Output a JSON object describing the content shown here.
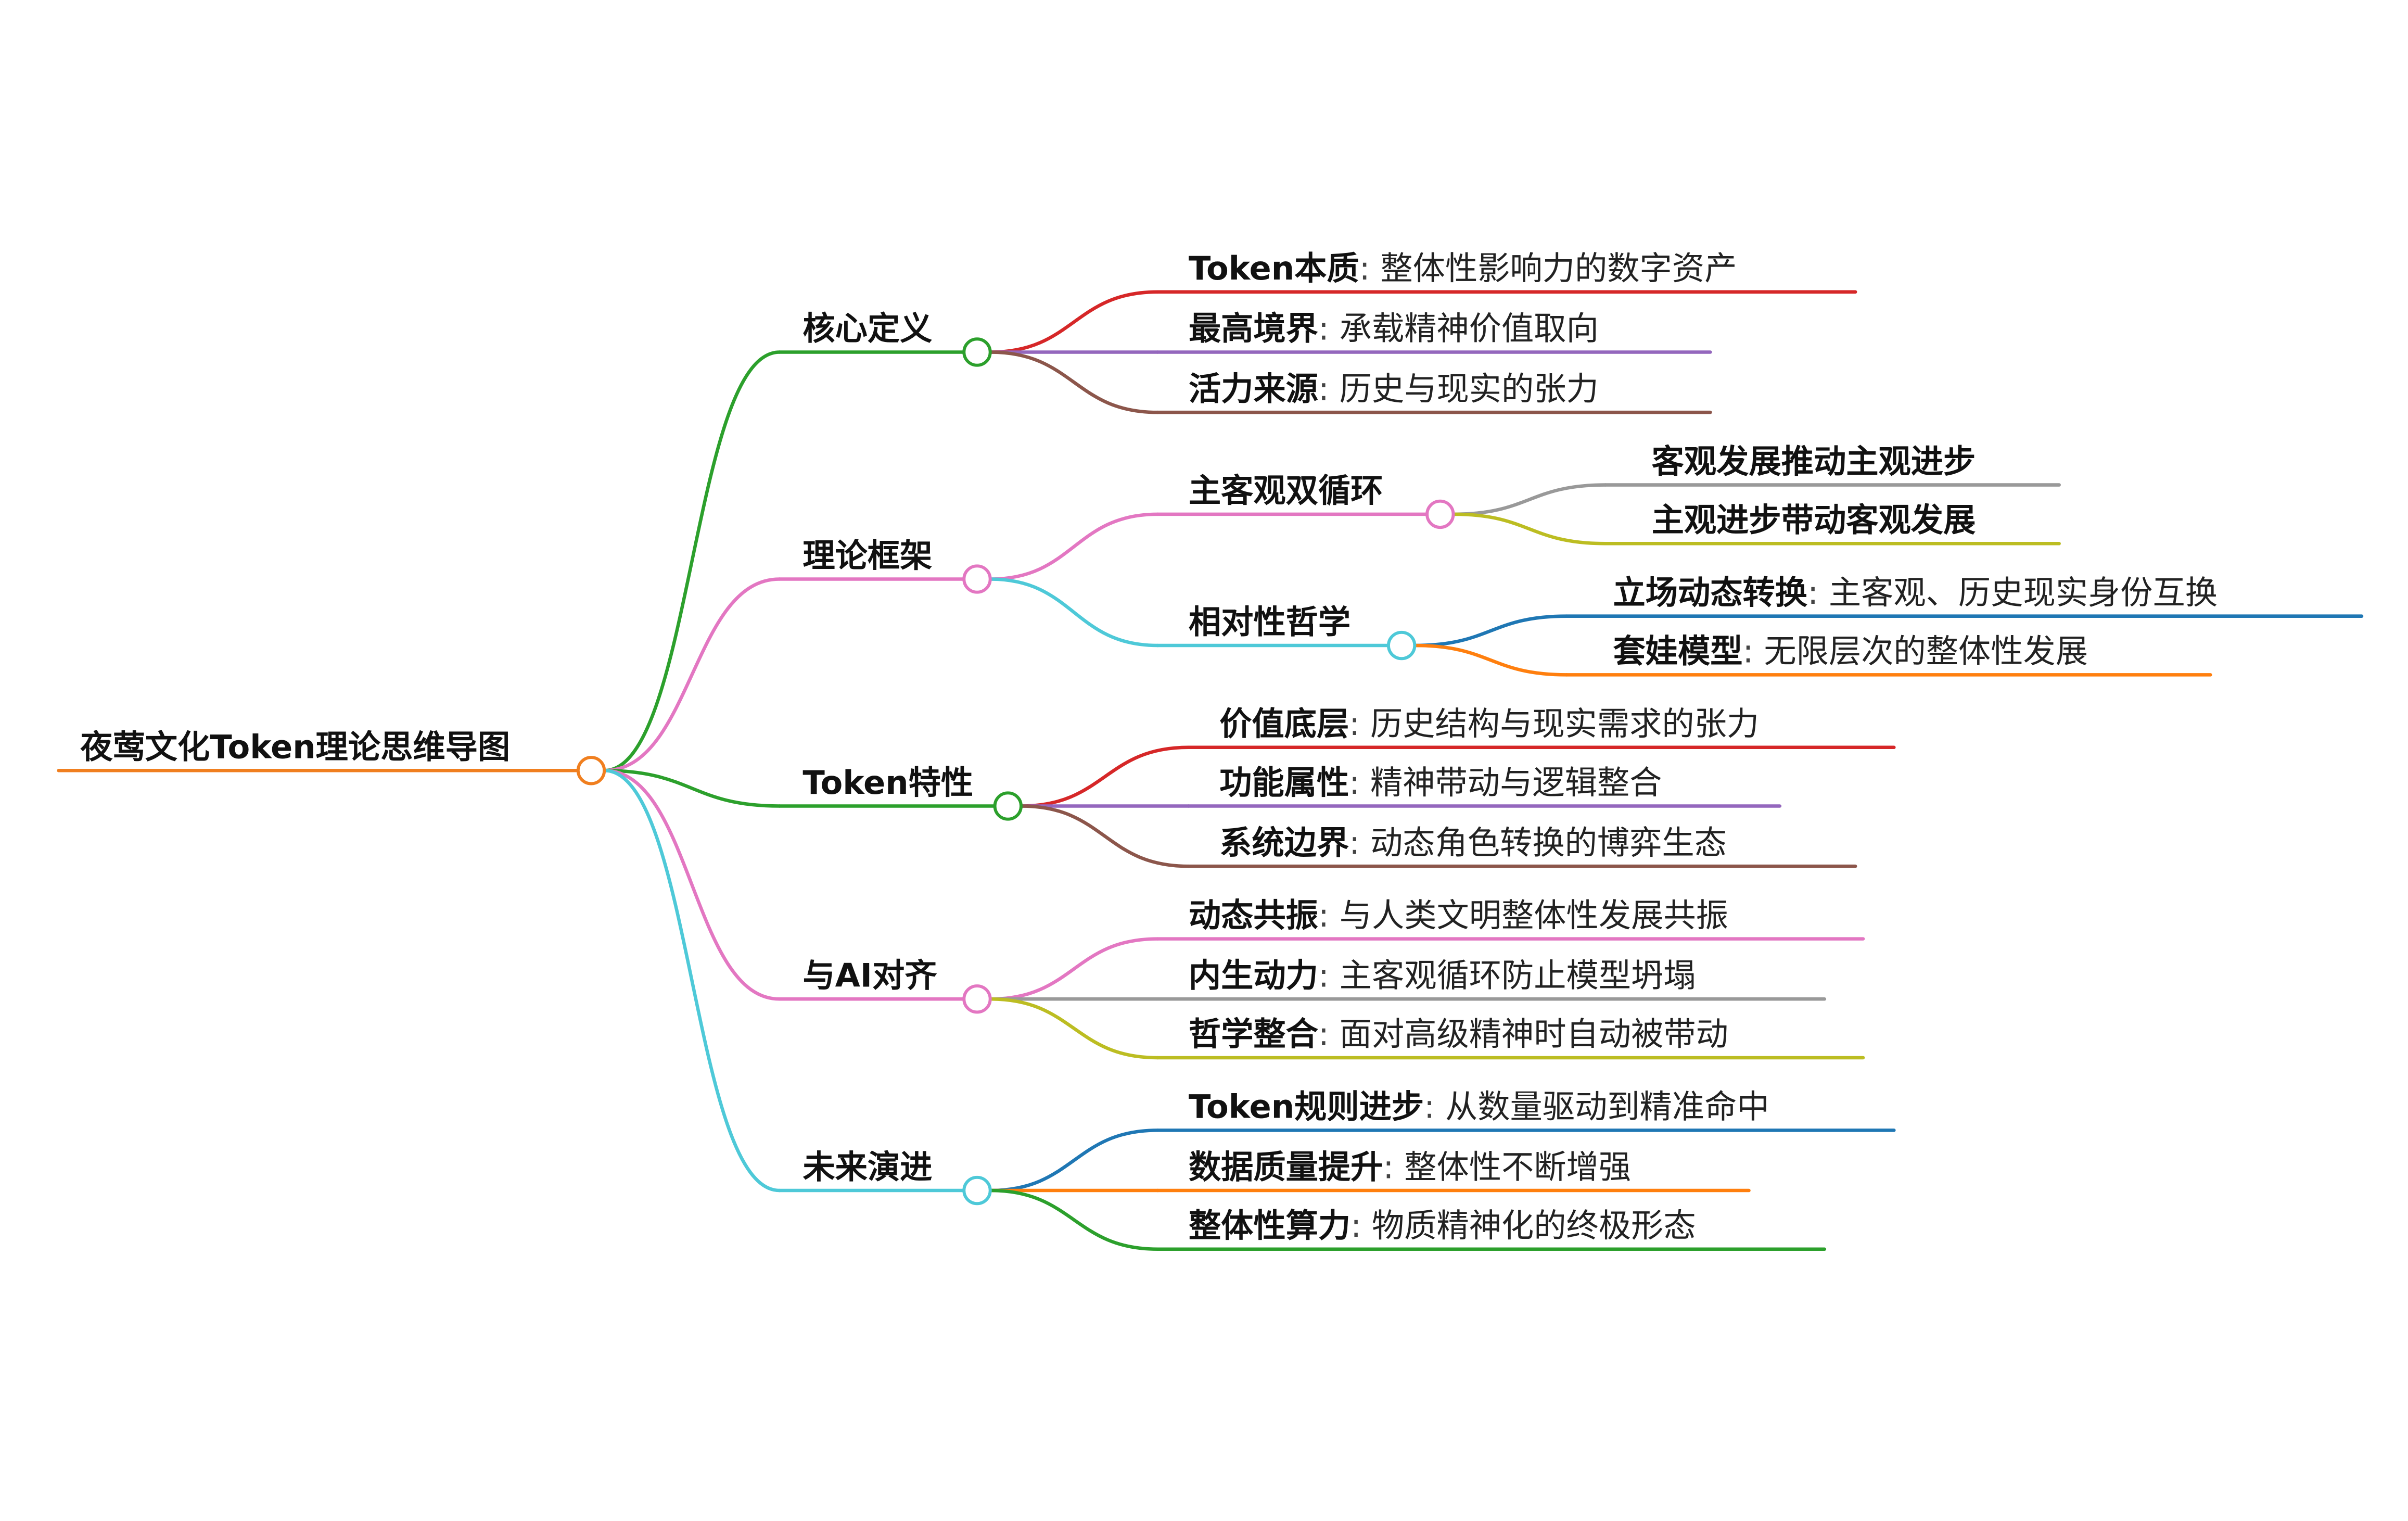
{
  "root": {
    "label": "夜莺文化Token理论思维导图",
    "color": "#f07f1f"
  },
  "separator": ":",
  "branches": [
    {
      "label": "核心定义",
      "color": "#2ca02c",
      "children": [
        {
          "label": "Token本质",
          "desc": "整体性影响力的数字资产",
          "color": "#d62728"
        },
        {
          "label": "最高境界",
          "desc": "承载精神价值取向",
          "color": "#9467bd"
        },
        {
          "label": "活力来源",
          "desc": "历史与现实的张力",
          "color": "#8c564b"
        }
      ]
    },
    {
      "label": "理论框架",
      "color": "#e377c2",
      "children": [
        {
          "label": "主客观双循环",
          "desc": "",
          "color": "#e377c2",
          "children": [
            {
              "label": "客观发展推动主观进步",
              "desc": "",
              "color": "#999999"
            },
            {
              "label": "主观进步带动客观发展",
              "desc": "",
              "color": "#bcbd22"
            }
          ]
        },
        {
          "label": "相对性哲学",
          "desc": "",
          "color": "#4ec9d8",
          "children": [
            {
              "label": "立场动态转换",
              "desc": "主客观、历史现实身份互换",
              "color": "#1f77b4"
            },
            {
              "label": "套娃模型",
              "desc": "无限层次的整体性发展",
              "color": "#ff7f0e"
            }
          ]
        }
      ]
    },
    {
      "label": "Token特性",
      "color": "#2ca02c",
      "children": [
        {
          "label": "价值底层",
          "desc": "历史结构与现实需求的张力",
          "color": "#d62728"
        },
        {
          "label": "功能属性",
          "desc": "精神带动与逻辑整合",
          "color": "#9467bd"
        },
        {
          "label": "系统边界",
          "desc": "动态角色转换的博弈生态",
          "color": "#8c564b"
        }
      ]
    },
    {
      "label": "与AI对齐",
      "color": "#e377c2",
      "children": [
        {
          "label": "动态共振",
          "desc": "与人类文明整体性发展共振",
          "color": "#e377c2"
        },
        {
          "label": "内生动力",
          "desc": "主客观循环防止模型坍塌",
          "color": "#999999"
        },
        {
          "label": "哲学整合",
          "desc": "面对高级精神时自动被带动",
          "color": "#bcbd22"
        }
      ]
    },
    {
      "label": "未来演进",
      "color": "#4ec9d8",
      "children": [
        {
          "label": "Token规则进步",
          "desc": "从数量驱动到精准命中",
          "color": "#1f77b4"
        },
        {
          "label": "数据质量提升",
          "desc": "整体性不断增强",
          "color": "#ff7f0e"
        },
        {
          "label": "整体性算力",
          "desc": "物质精神化的终极形态",
          "color": "#2ca02c"
        }
      ]
    }
  ]
}
